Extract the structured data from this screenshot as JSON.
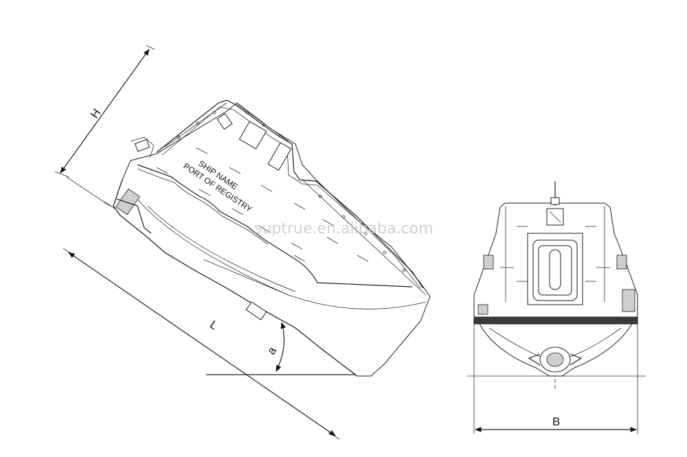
{
  "labels": {
    "height": "H",
    "length": "L",
    "breadth": "B",
    "angle": "a",
    "ship_name": "SHIP NAME",
    "port_of_registry": "PORT OF REGISTRY"
  },
  "watermark": "suptrue.en.alibaba.com",
  "colors": {
    "line": "#1a1a1a",
    "background": "#ffffff",
    "watermark": "#c9c9c9",
    "fender_strip": "#3a3a3a"
  }
}
